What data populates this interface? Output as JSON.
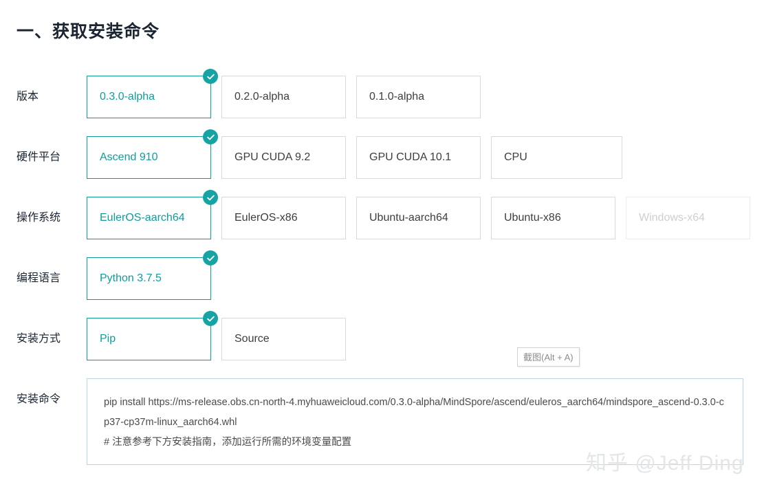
{
  "page": {
    "title": "一、获取安装命令"
  },
  "colors": {
    "accent_teal": "#109c9c",
    "badge_teal": "#16a3a3",
    "title_navy": "#1b2432",
    "card_border": "#d9d9d9",
    "disabled_border": "#ececec",
    "disabled_text": "#cfcfcf",
    "command_border": "#b7d6df",
    "watermark": "#e2e6e8"
  },
  "rows": [
    {
      "label": "版本",
      "options": [
        {
          "label": "0.3.0-alpha",
          "selected": true,
          "disabled": false
        },
        {
          "label": "0.2.0-alpha",
          "selected": false,
          "disabled": false
        },
        {
          "label": "0.1.0-alpha",
          "selected": false,
          "disabled": false
        }
      ]
    },
    {
      "label": "硬件平台",
      "options": [
        {
          "label": "Ascend 910",
          "selected": true,
          "disabled": false
        },
        {
          "label": "GPU CUDA 9.2",
          "selected": false,
          "disabled": false
        },
        {
          "label": "GPU CUDA 10.1",
          "selected": false,
          "disabled": false
        },
        {
          "label": "CPU",
          "selected": false,
          "disabled": false
        }
      ]
    },
    {
      "label": "操作系统",
      "options": [
        {
          "label": "EulerOS-aarch64",
          "selected": true,
          "disabled": false
        },
        {
          "label": "EulerOS-x86",
          "selected": false,
          "disabled": false
        },
        {
          "label": "Ubuntu-aarch64",
          "selected": false,
          "disabled": false
        },
        {
          "label": "Ubuntu-x86",
          "selected": false,
          "disabled": false
        },
        {
          "label": "Windows-x64",
          "selected": false,
          "disabled": true
        }
      ]
    },
    {
      "label": "编程语言",
      "options": [
        {
          "label": "Python 3.7.5",
          "selected": true,
          "disabled": false
        }
      ]
    },
    {
      "label": "安装方式",
      "options": [
        {
          "label": "Pip",
          "selected": true,
          "disabled": false
        },
        {
          "label": "Source",
          "selected": false,
          "disabled": false
        }
      ]
    }
  ],
  "command": {
    "label": "安装命令",
    "lines": [
      "pip install https://ms-release.obs.cn-north-4.myhuaweicloud.com/0.3.0-alpha/MindSpore/ascend/euleros_aarch64/mindspore_ascend-0.3.0-cp37-cp37m-linux_aarch64.whl",
      "# 注意参考下方安装指南，添加运行所需的环境变量配置"
    ]
  },
  "tooltip": {
    "text": "截图(Alt + A)"
  },
  "watermark": {
    "text": "知乎 @Jeff Ding"
  }
}
